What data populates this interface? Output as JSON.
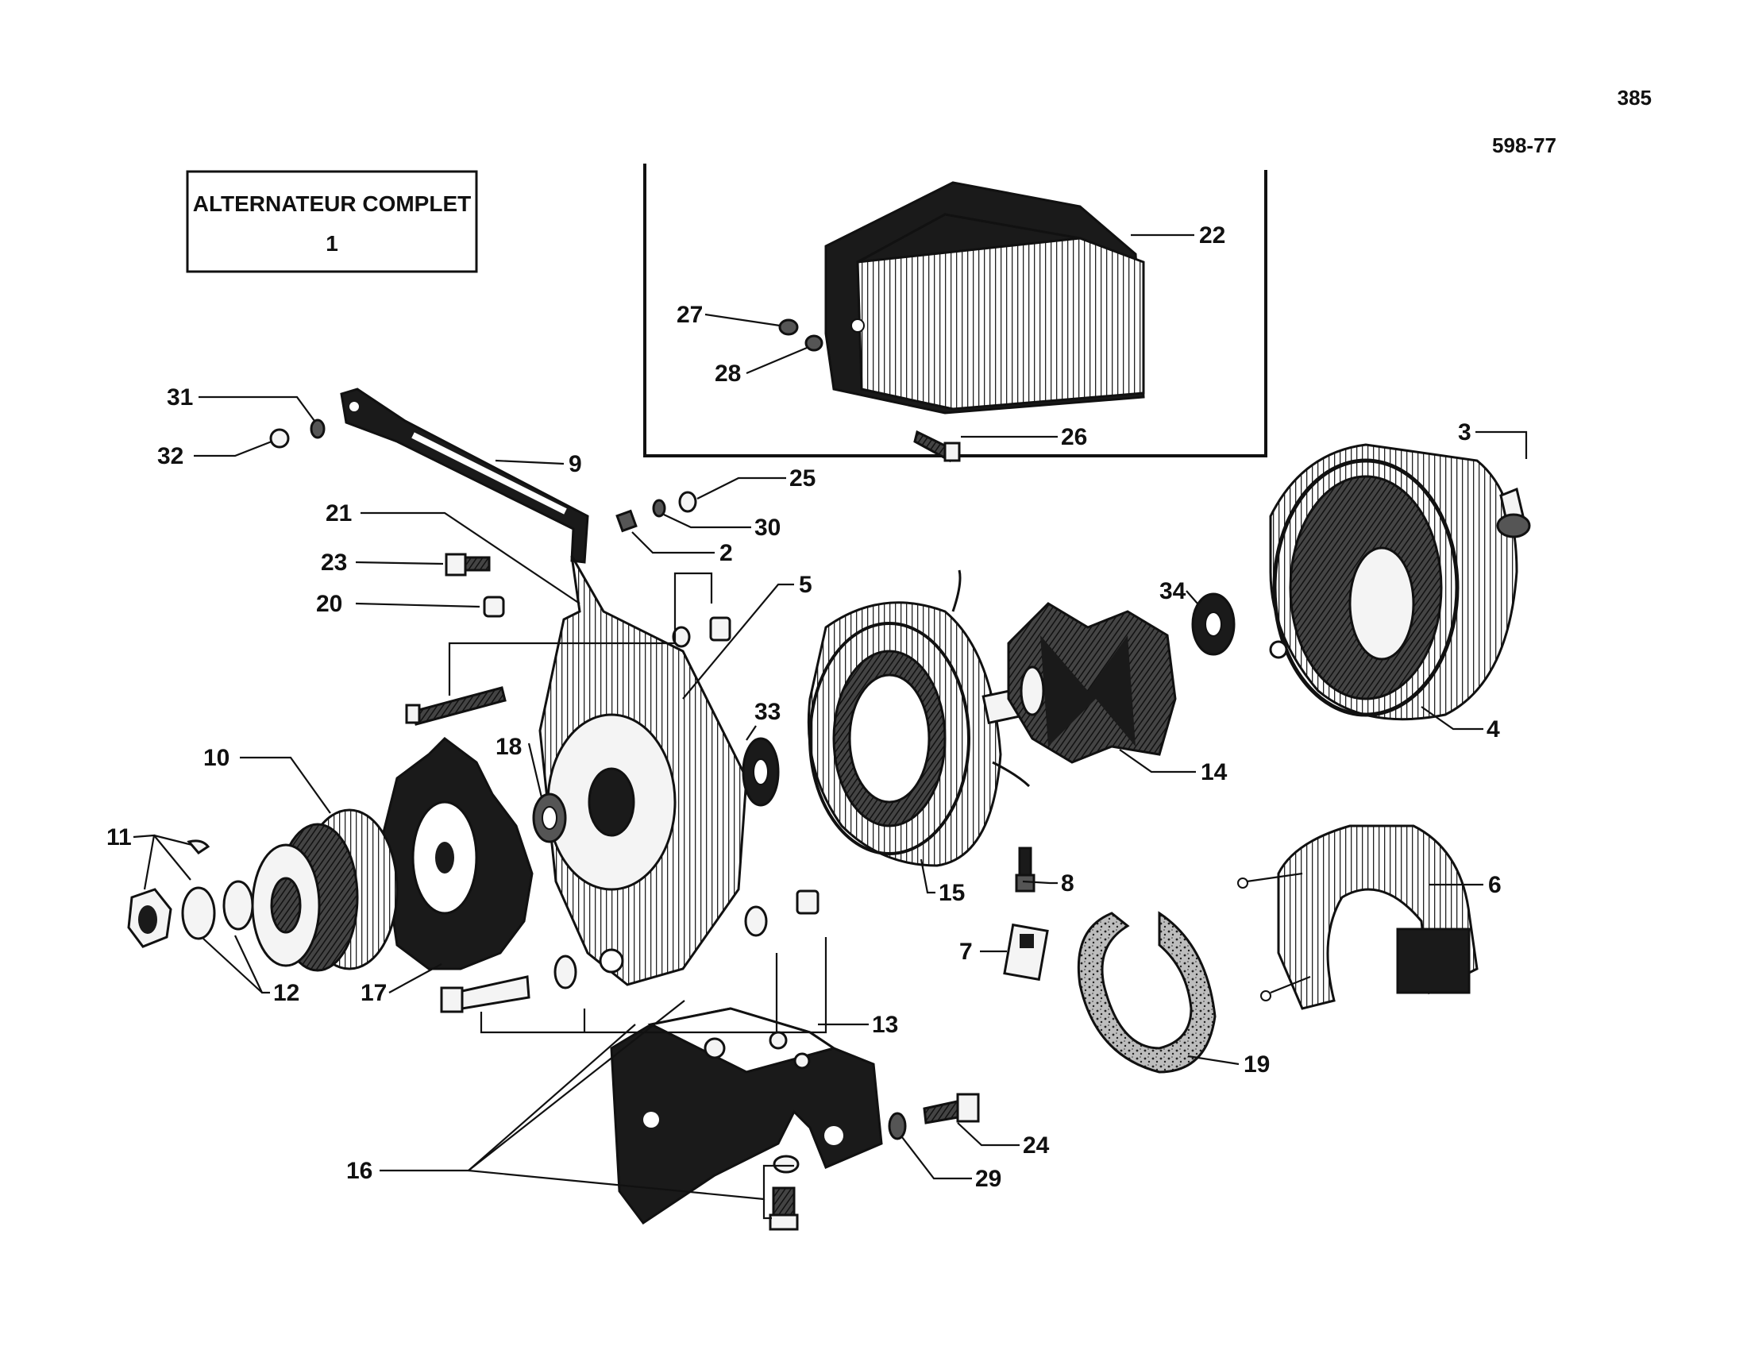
{
  "header": {
    "page_number": "385",
    "reference": "598-77"
  },
  "title_box": {
    "line1": "ALTERNATEUR COMPLET",
    "line2": "1"
  },
  "callouts": [
    {
      "id": "c2",
      "text": "2"
    },
    {
      "id": "c3",
      "text": "3"
    },
    {
      "id": "c4",
      "text": "4"
    },
    {
      "id": "c5",
      "text": "5"
    },
    {
      "id": "c6",
      "text": "6"
    },
    {
      "id": "c7",
      "text": "7"
    },
    {
      "id": "c8",
      "text": "8"
    },
    {
      "id": "c9",
      "text": "9"
    },
    {
      "id": "c10",
      "text": "10"
    },
    {
      "id": "c11",
      "text": "11"
    },
    {
      "id": "c12",
      "text": "12"
    },
    {
      "id": "c13",
      "text": "13"
    },
    {
      "id": "c14",
      "text": "14"
    },
    {
      "id": "c15",
      "text": "15"
    },
    {
      "id": "c16",
      "text": "16"
    },
    {
      "id": "c17",
      "text": "17"
    },
    {
      "id": "c18",
      "text": "18"
    },
    {
      "id": "c19",
      "text": "19"
    },
    {
      "id": "c20",
      "text": "20"
    },
    {
      "id": "c21",
      "text": "21"
    },
    {
      "id": "c22",
      "text": "22"
    },
    {
      "id": "c23",
      "text": "23"
    },
    {
      "id": "c24",
      "text": "24"
    },
    {
      "id": "c25",
      "text": "25"
    },
    {
      "id": "c26",
      "text": "26"
    },
    {
      "id": "c27",
      "text": "27"
    },
    {
      "id": "c28",
      "text": "28"
    },
    {
      "id": "c29",
      "text": "29"
    },
    {
      "id": "c30",
      "text": "30"
    },
    {
      "id": "c31",
      "text": "31"
    },
    {
      "id": "c32",
      "text": "32"
    },
    {
      "id": "c33",
      "text": "33"
    },
    {
      "id": "c34",
      "text": "34"
    }
  ]
}
